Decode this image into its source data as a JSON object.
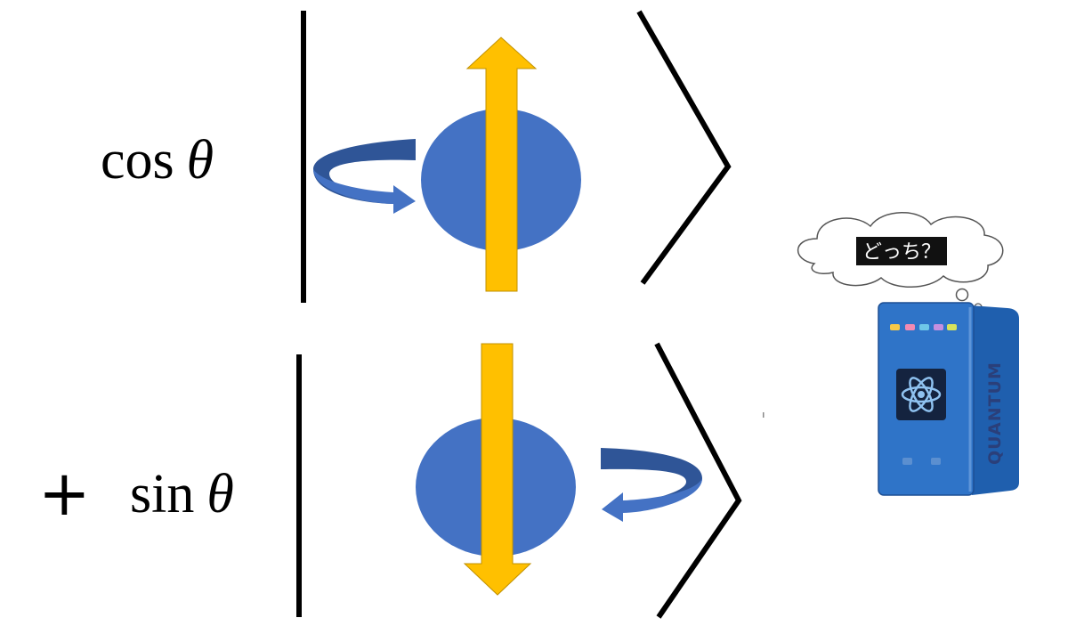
{
  "terms": [
    {
      "function": "cos",
      "variable": "θ",
      "spin": "up"
    },
    {
      "function": "sin",
      "variable": "θ",
      "spin": "down",
      "operator": "+"
    }
  ],
  "computer": {
    "thought": "どっち？",
    "label": "QUANTUM",
    "indicator_colors": [
      "#f7c948",
      "#f28ab2",
      "#6fc7e8",
      "#c48fe0",
      "#d6e35c"
    ]
  },
  "colors": {
    "sphere": "#4472c4",
    "arrow": "#ffc000",
    "arrow_outline": "#c09000",
    "ket": "#000000",
    "computer_body": "#2f74c8"
  }
}
